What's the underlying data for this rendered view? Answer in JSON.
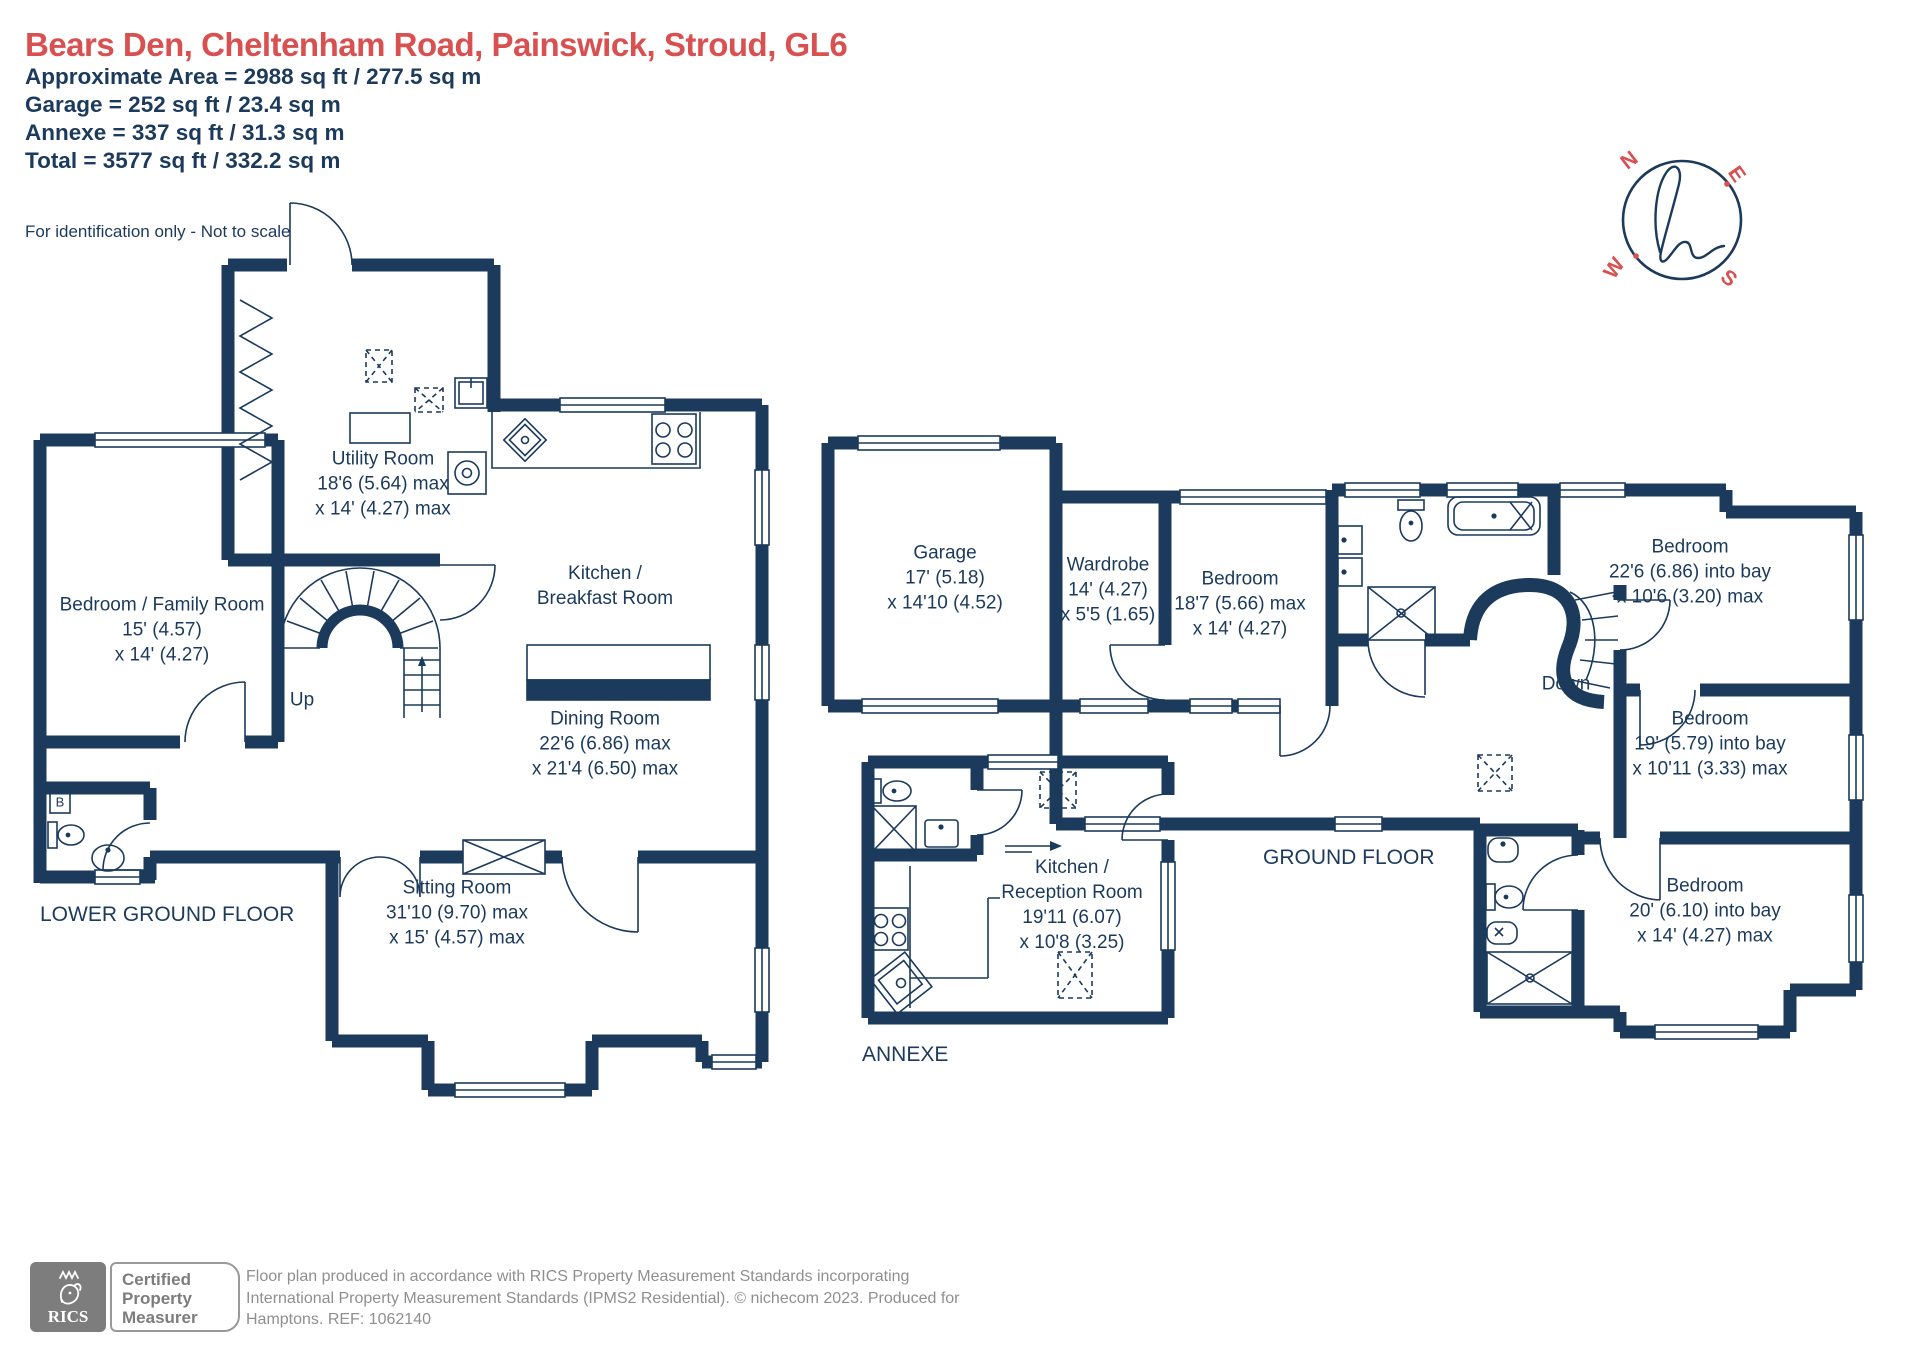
{
  "header": {
    "title": "Bears Den, Cheltenham Road, Painswick, Stroud, GL6",
    "area_lines": [
      "Approximate Area = 2988 sq ft / 277.5 sq m",
      "Garage = 252 sq ft / 23.4 sq m",
      "Annexe = 337 sq ft / 31.3 sq m",
      "Total = 3577 sq ft / 332.2 sq m"
    ],
    "disclaimer": "For identification only - Not to scale"
  },
  "compass": {
    "n": "N",
    "e": "E",
    "s": "S",
    "w": "W"
  },
  "colors": {
    "wall_navy": "#1b3a5c",
    "accent_red": "#d95050",
    "footer_gray": "#7d7d7d"
  },
  "floors": {
    "lower_ground": {
      "label": "LOWER GROUND FLOOR",
      "rooms": {
        "utility": "Utility Room\n18'6 (5.64) max\nx 14' (4.27) max",
        "kitchen_breakfast": "Kitchen /\nBreakfast Room",
        "bedroom_family": "Bedroom / Family Room\n15' (4.57)\nx 14' (4.27)",
        "dining": "Dining Room\n22'6 (6.86) max\nx 21'4 (6.50) max",
        "sitting": "Sitting Room\n31'10 (9.70) max\nx 15' (4.57) max",
        "up": "Up",
        "boiler": "B"
      }
    },
    "ground": {
      "label": "GROUND FLOOR",
      "rooms": {
        "garage": "Garage\n17' (5.18)\nx 14'10 (4.52)",
        "wardrobe": "Wardrobe\n14' (4.27)\nx 5'5 (1.65)",
        "bedroom_1": "Bedroom\n18'7 (5.66) max\nx 14' (4.27)",
        "bedroom_2": "Bedroom\n22'6 (6.86) into bay\nx 10'6 (3.20) max",
        "bedroom_3": "Bedroom\n19' (5.79) into bay\nx 10'11 (3.33) max",
        "bedroom_4": "Bedroom\n20' (6.10) into bay\nx 14' (4.27) max",
        "down": "Down"
      }
    },
    "annexe": {
      "label": "ANNEXE",
      "rooms": {
        "kitchen_reception": "Kitchen /\nReception Room\n19'11 (6.07)\nx 10'8 (3.25)"
      }
    }
  },
  "footer": {
    "rics_label": "RICS",
    "badge_lines": [
      "Certified",
      "Property",
      "Measurer"
    ],
    "text_lines": [
      "Floor plan produced in accordance with RICS Property Measurement Standards incorporating",
      "International Property Measurement Standards (IPMS2 Residential).  © nichecom 2023.   Produced for",
      "Hamptons.   REF:  1062140"
    ]
  }
}
